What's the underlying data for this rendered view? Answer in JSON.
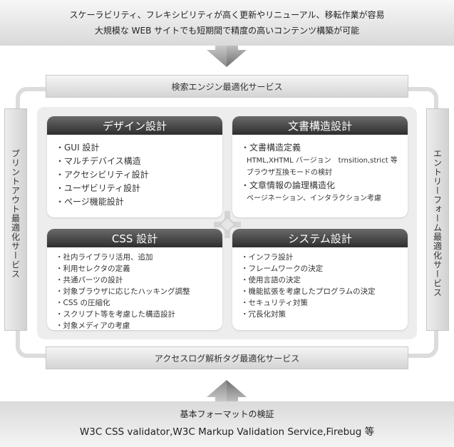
{
  "top_banner": {
    "line1": "スケーラビリティ、フレキシビリティが高く更新やリニューアル、移転作業が容易",
    "line2": "大規模な WEB サイトでも短期間で精度の高いコンテンツ構築が可能"
  },
  "bottom_banner": {
    "line1": "基本フォーマットの検証",
    "line2": "W3C CSS validator,W3C Markup Validation Service,Firebug 等"
  },
  "services": {
    "top": "検索エンジン最適化サービス",
    "bottom": "アクセスログ解析タグ最適化サービス",
    "left": "プリントアウト最適化サービス",
    "right": "エントリーフォーム最適化サービス"
  },
  "cards": {
    "design": {
      "title": "デザイン設計",
      "items": [
        "・GUI 設計",
        "・マルチデバイス構造",
        "・アクセシビリティ設計",
        "・ユーザビリティ設計",
        "・ページ機能設計"
      ]
    },
    "doc": {
      "title": "文書構造設計",
      "item1": "・文書構造定義",
      "item1_sub1": "HTML,XHTML バージョン　trnsition,strict 等",
      "item1_sub2": "ブラウザ互換モードの検討",
      "item2": "・文章情報の論理構造化",
      "item2_sub1": "ページネーション、インタラクション考慮"
    },
    "css": {
      "title": "CSS 設計",
      "items": [
        "・社内ライブラリ活用、追加",
        "・利用セレクタの定義",
        "・共通パーツの設計",
        "・対象ブラウザに応じたハッキング調整",
        "・CSS の圧縮化",
        "・スクリプト等を考慮した構造設計",
        "・対象メディアの考慮"
      ]
    },
    "sys": {
      "title": "システム設計",
      "items": [
        "・インフラ設計",
        "・フレームワークの決定",
        "・使用言語の決定",
        "・機能拡張を考慮したプログラムの決定",
        "・セキュリティ対策",
        "・冗長化対策"
      ]
    }
  },
  "colors": {
    "card_header": "#3a3a3a",
    "frame": "#dcdcdc",
    "banner": "#e0e0e0"
  }
}
